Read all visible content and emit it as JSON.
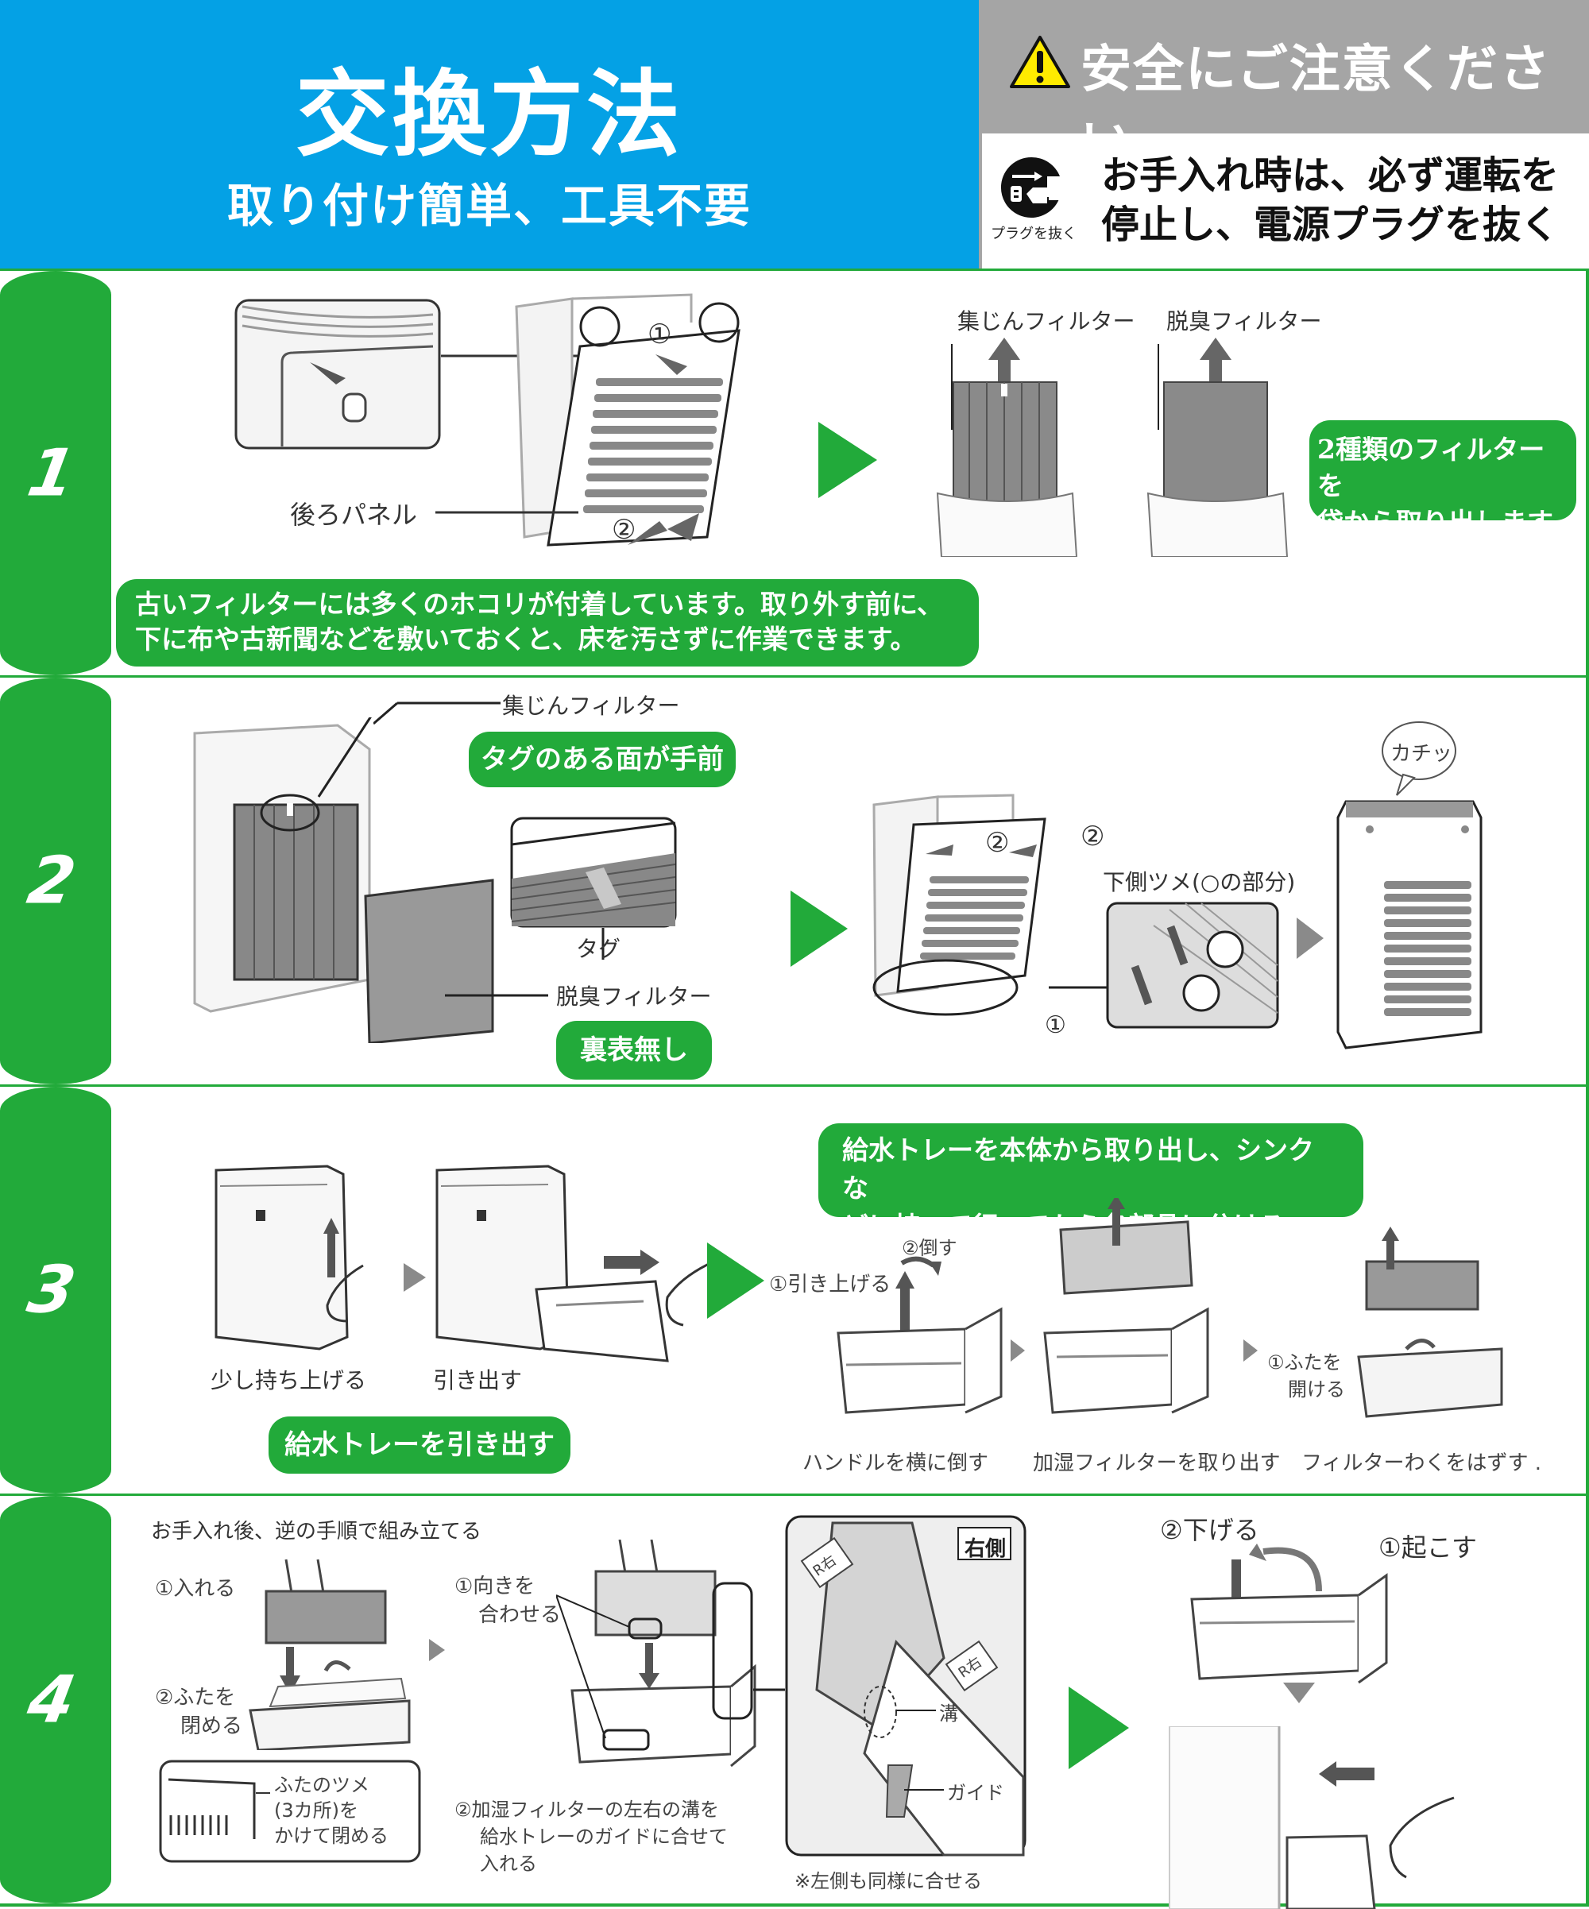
{
  "header": {
    "title": "交換方法",
    "subtitle": "取り付け簡単、工具不要",
    "colors": {
      "blue": "#04a1e5",
      "grey": "#a5a5a5",
      "green": "#22aa3a"
    }
  },
  "safety": {
    "icon": "warning-triangle-icon",
    "title": "安全にご注意ください",
    "plug_icon": "unplug-icon",
    "plug_label": "プラグを抜く",
    "line1": "お手入れ時は、必ず運転を",
    "line2": "停止し、電源プラグを抜く"
  },
  "steps": [
    {
      "number": "1",
      "labels": {
        "rear_panel": "後ろパネル",
        "marker1": "①",
        "marker2": "②",
        "dust_filter": "集じんフィルター",
        "deodor_filter": "脱臭フィルター"
      },
      "callout_right": [
        "2種類のフィルターを",
        "袋から取り出します"
      ],
      "callout_bottom": [
        "古いフィルターには多くのホコリが付着しています。取り外す前に、",
        "下に布や古新聞などを敷いておくと、床を汚さずに作業できます。"
      ]
    },
    {
      "number": "2",
      "labels": {
        "dust_filter": "集じんフィルター",
        "tag": "タグ",
        "deodor_filter": "脱臭フィルター",
        "lower_claw": "下側ツメ(○の部分)",
        "marker1": "①",
        "marker2a": "②",
        "marker2b": "②",
        "click": "カチッ"
      },
      "callout_tag": "タグのある面が手前",
      "callout_reversible": "裏表無し"
    },
    {
      "number": "3",
      "labels": {
        "lift": "少し持ち上げる",
        "pull_out": "引き出す",
        "pull_up": "①引き上げる",
        "tilt": "②倒す",
        "handle": "ハンドルを横に倒す",
        "remove_filter": "加湿フィルターを取り出す",
        "open_lid": [
          "①ふたを",
          "開ける"
        ],
        "remove_frame": "フィルターわくをはずす ."
      },
      "callout_tray": "給水トレーを引き出す",
      "callout_top": [
        "給水トレーを本体から取り出し、シンクな",
        "どに持って行ってから各部品に分ける。"
      ]
    },
    {
      "number": "4",
      "labels": {
        "reassemble": "お手入れ後、逆の手順で組み立てる",
        "insert": "①入れる",
        "close_lid": [
          "②ふたを",
          "閉める"
        ],
        "lid_claws": [
          "ふたのツメ",
          "(3カ所)を",
          "かけて閉める"
        ],
        "align": [
          "①向きを",
          "合わせる"
        ],
        "guide_instr": [
          "②加湿フィルターの左右の溝を",
          "給水トレーのガイドに合せて",
          "入れる"
        ],
        "right_side": "右側",
        "groove": "溝",
        "guide": "ガイド",
        "left_note": "※左側も同様に合せる",
        "r_mark": "R右",
        "lower": "②下げる",
        "raise": "①起こす"
      }
    }
  ]
}
